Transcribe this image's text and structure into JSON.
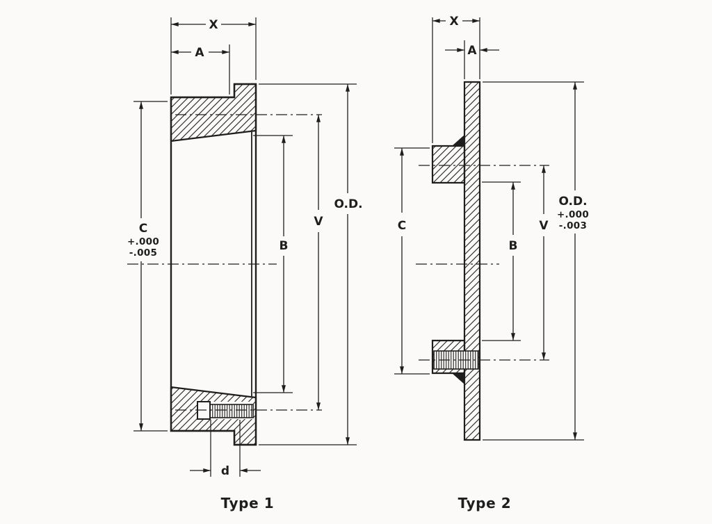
{
  "colors": {
    "ink": "#1e1e1e",
    "paper": "#fbfaf8"
  },
  "type1": {
    "caption": "Type 1",
    "dim_x": "X",
    "dim_a": "A",
    "dim_c": "C",
    "dim_c_tol_plus": "+.000",
    "dim_c_tol_minus": "-.005",
    "dim_b": "B",
    "dim_v": "V",
    "dim_od": "O.D.",
    "dim_d": "d"
  },
  "type2": {
    "caption": "Type 2",
    "dim_x": "X",
    "dim_a": "A",
    "dim_c": "C",
    "dim_b": "B",
    "dim_v": "V",
    "dim_od": "O.D.",
    "dim_od_tol_plus": "+.000",
    "dim_od_tol_minus": "-.003"
  }
}
